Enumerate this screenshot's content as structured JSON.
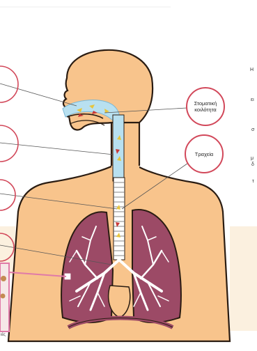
{
  "labels": {
    "mouth": "Στοματική κοιλότητα",
    "trachea": "Τραχεία"
  },
  "right_fragments": [
    "Η",
    "ει",
    "σ",
    "μ",
    "δ",
    "τ"
  ],
  "left_fragment": "ιές",
  "colors": {
    "skin": "#f8c48c",
    "skin_outline": "#2a1c12",
    "lung_fill": "#9c4a66",
    "bronchi": "#ffffff",
    "airway": "#b8e0f0",
    "callout_border": "#d2485a",
    "pink_line": "#e07aa8",
    "right_panel": "#fbf0df"
  },
  "icons": [
    "pointer-line",
    "lungs-shape",
    "trachea-rings",
    "magnifier-box"
  ]
}
